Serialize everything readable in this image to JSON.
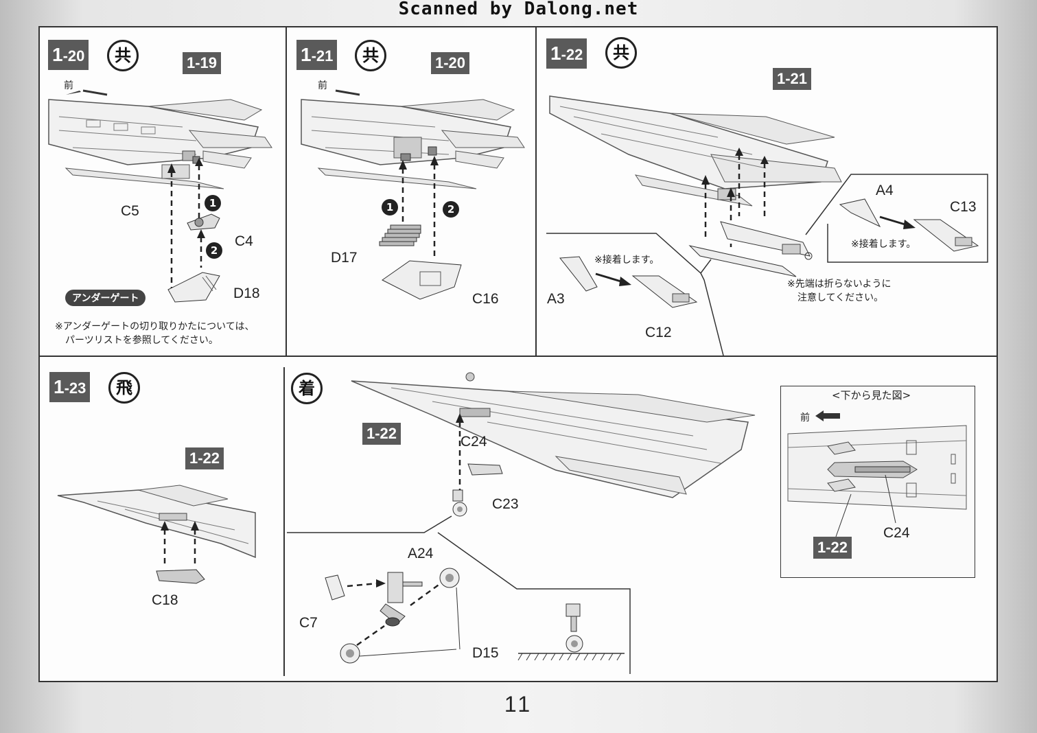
{
  "scan_header": "Scanned by Dalong.net",
  "page_number": "11",
  "steps": {
    "s1_20": {
      "number": "1",
      "sub": "-20",
      "type": "共",
      "ref": "1-19",
      "front": "前",
      "parts": [
        "C5",
        "C4",
        "D18"
      ],
      "order": [
        "1",
        "2"
      ],
      "under_gate": "アンダーゲート",
      "note_line1": "※アンダーゲートの切り取りかたについては、",
      "note_line2": "パーツリストを参照してください。"
    },
    "s1_21": {
      "number": "1",
      "sub": "-21",
      "type": "共",
      "ref": "1-20",
      "front": "前",
      "parts": [
        "D17",
        "C16"
      ],
      "order": [
        "1",
        "2"
      ]
    },
    "s1_22": {
      "number": "1",
      "sub": "-22",
      "type": "共",
      "ref": "1-21",
      "parts": [
        "A3",
        "C12",
        "A4",
        "C13"
      ],
      "glue_note": "※接着します。",
      "glue_note2": "※接着します。",
      "tip_note_line1": "※先端は折らないように",
      "tip_note_line2": "注意してください。"
    },
    "s1_23": {
      "number": "1",
      "sub": "-23",
      "type": "飛",
      "ref": "1-22",
      "parts": [
        "C18"
      ]
    },
    "landing": {
      "type": "着",
      "ref": "1-22",
      "parts": [
        "C24",
        "C23",
        "A24",
        "C7",
        "D15"
      ]
    },
    "inset": {
      "title": "<下から見た図>",
      "front": "前",
      "ref": "1-22",
      "part": "C24"
    }
  }
}
